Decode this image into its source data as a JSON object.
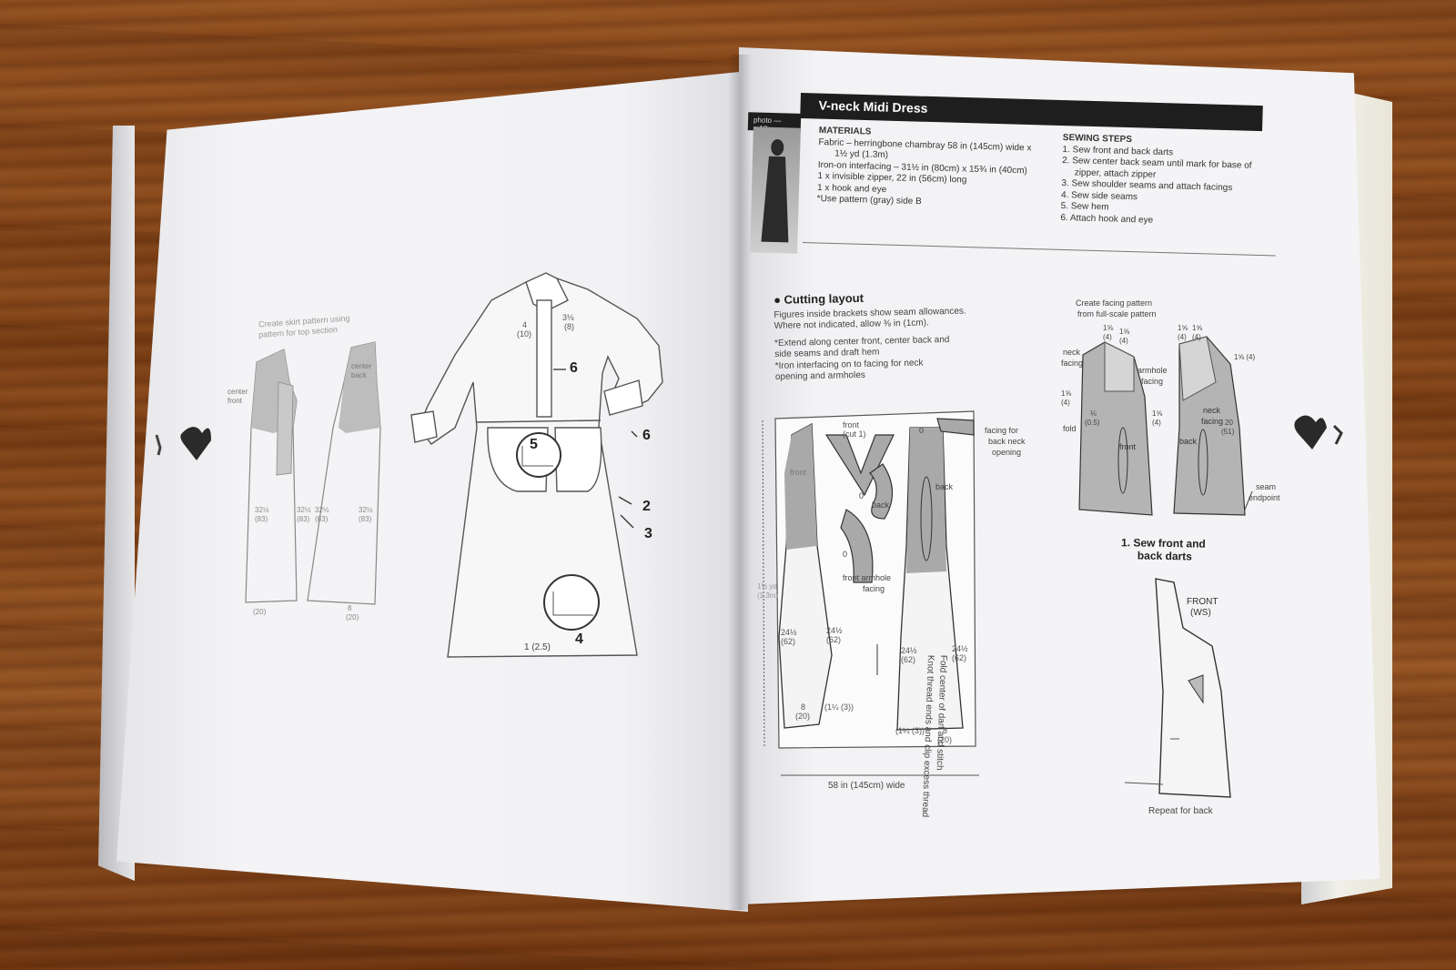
{
  "right_page": {
    "photo_ref": "photo — p.18",
    "title": "V-neck Midi Dress",
    "materials": {
      "heading": "MATERIALS",
      "lines": [
        "Fabric – herringbone chambray 58 in (145cm) wide x",
        "1½ yd (1.3m)",
        "Iron-on interfacing – 31½ in (80cm) x 15¾ in (40cm)",
        "1 x invisible zipper, 22 in (56cm) long",
        "1 x hook and eye",
        "*Use pattern (gray) side B"
      ]
    },
    "sewing_steps": {
      "heading": "SEWING STEPS",
      "lines": [
        "1. Sew front and back darts",
        "2. Sew center back seam until mark for base of",
        "zipper, attach zipper",
        "3. Sew shoulder seams and attach facings",
        "4. Sew side seams",
        "5. Sew hem",
        "6. Attach hook and eye"
      ]
    },
    "cutting_layout": {
      "heading": "● Cutting layout",
      "notes": [
        "Figures inside brackets show seam allowances.",
        "Where not indicated, allow ⅜ in (1cm).",
        "*Extend along center front, center back and",
        "side seams and draft hem",
        "*Iron interfacing on to facing for neck",
        "opening and armholes"
      ],
      "labels": {
        "front": "front",
        "front_cut": "front",
        "cut1": "(cut 1)",
        "back": "back",
        "back_small": "back",
        "facing_back_neck": "facing for",
        "facing_back_neck2": "back neck",
        "facing_back_neck3": "opening",
        "front_armhole": "front armhole",
        "facing": "facing",
        "zero1": "0",
        "zero2": "0",
        "zero3": "0",
        "len_left": "24½",
        "len_left_cm": "(62)",
        "len_left2": "24½",
        "len_left2_cm": "(62)",
        "len_right": "24½",
        "len_right_cm": "(62)",
        "len_right2": "24½",
        "len_right2_cm": "(62)",
        "hem_left": "8",
        "hem_left_cm": "(20)",
        "hem_left_sa": "(1¼ (3))",
        "hem_right": "8",
        "hem_right_cm": "(20)",
        "hem_right_sa": "(1¼ (3))",
        "yd": "1½ yd",
        "yd_m": "(1.3m)",
        "width": "58 in (145cm) wide"
      }
    },
    "facing_diagram": {
      "note1": "Create facing pattern",
      "note2": "from full-scale pattern",
      "neck_facing": "neck",
      "neck_facing2": "facing",
      "armhole_facing": "armhole",
      "armhole_facing2": "facing",
      "neck_facing_back": "neck",
      "neck_facing_back2": "facing",
      "fold": "fold",
      "front": "front",
      "back": "back",
      "seam_endpoint": "seam",
      "seam_endpoint2": "endpoint",
      "m1": "1⅝",
      "m1cm": "(4)",
      "m2": "1⅝",
      "m2cm": "(4)",
      "m3": "1⅝",
      "m3cm": "(4)",
      "m4": "1⅝",
      "m4cm": "(4)",
      "m5": "1⅝ (4)",
      "m6": "1⅝",
      "m6cm": "(4)",
      "m7": "⅛",
      "m7cm": "(0.5)",
      "m8": "1⅝",
      "m8cm": "(4)",
      "m9": "20",
      "m9cm": "(51)"
    },
    "step1": {
      "title1": "1. Sew front and",
      "title2": "back darts",
      "front_ws": "FRONT",
      "front_ws2": "(WS)",
      "vertical1": "Fold center of dart and stitch",
      "vertical2": "Knot thread ends and clip excess thread",
      "repeat": "Repeat for back"
    }
  },
  "left_page": {
    "skirt_note1": "Create skirt pattern using",
    "skirt_note2": "pattern for top section",
    "center_front": "center",
    "center_front2": "front",
    "center_back": "center",
    "center_back2": "back",
    "m_325_a": "32½",
    "m_325_a_cm": "(83)",
    "m_325_b": "32½",
    "m_325_b_cm": "(83)",
    "m_325_c": "32½",
    "m_325_c_cm": "(83)",
    "m_325_d": "32½",
    "m_325_d_cm": "(83)",
    "m_20a": "(20)",
    "m_20b": "(20)",
    "m_8b": "8",
    "dress_m1": "3⅛",
    "dress_m1cm": "(8)",
    "dress_m2": "4",
    "dress_m2cm": "(10)",
    "hem_sa": "1 (2.5)",
    "step_labels": [
      "6",
      "6",
      "5",
      "2",
      "3",
      "4"
    ]
  }
}
